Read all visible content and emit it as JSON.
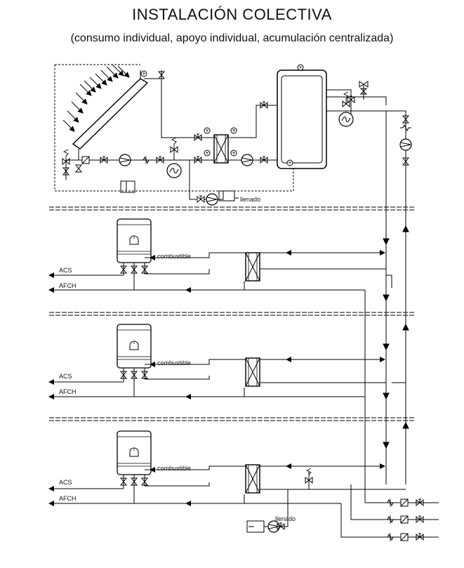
{
  "title": "INSTALACIÓN COLECTIVA",
  "subtitle": "(consumo individual, apoyo individual, acumulación centralizada)",
  "labels": {
    "llenado_top": "llenado",
    "llenado_bottom": "llenado",
    "floors": [
      {
        "fuel": "combustible",
        "acs": "ACS",
        "afch": "AFCH"
      },
      {
        "fuel": "combustible",
        "acs": "ACS",
        "afch": "AFCH"
      },
      {
        "fuel": "combustible",
        "acs": "ACS",
        "afch": "AFCH"
      }
    ]
  },
  "icons": [
    "solar-collector",
    "circulation-pump",
    "expansion-vessel",
    "heat-exchanger",
    "storage-tank",
    "thermometer",
    "valve",
    "check-valve",
    "safety-valve",
    "boiler",
    "three-way-valve",
    "filling-tank"
  ]
}
